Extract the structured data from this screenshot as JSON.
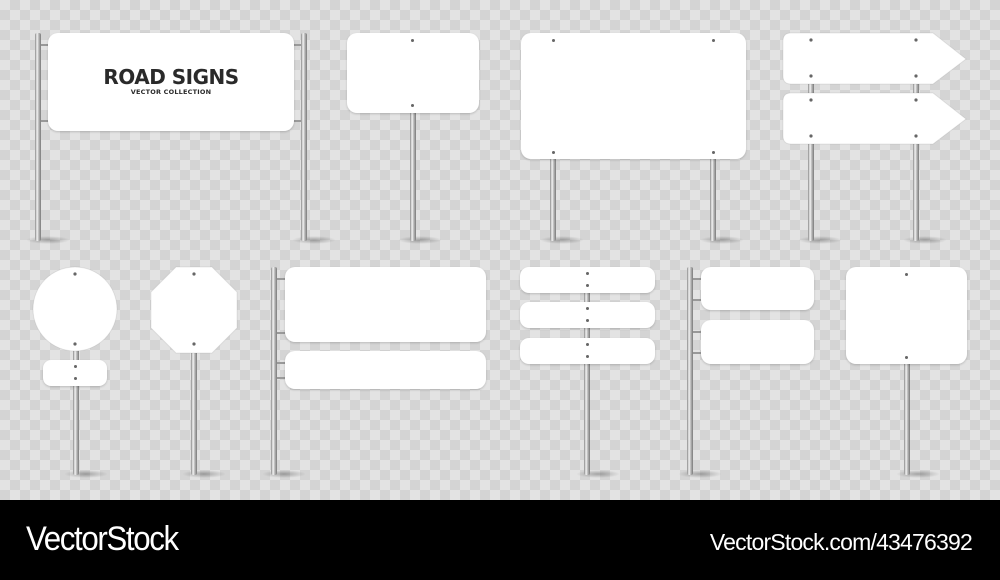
{
  "image": {
    "subject": "Blank white road sign mockups on metal poles",
    "background": "transparency checkerboard",
    "colors": {
      "checker_light": "#e3e3e3",
      "checker_dark": "#d4d4d4",
      "board": "#ffffff",
      "footer": "#000000",
      "footer_text": "#ffffff"
    }
  },
  "banner_sign": {
    "title": "ROAD SIGNS",
    "subtitle": "VECTOR COLLECTION"
  },
  "signs": [
    {
      "id": "banner-two-poles",
      "shape": "wide rectangle"
    },
    {
      "id": "small-rect-single-pole",
      "shape": "rectangle"
    },
    {
      "id": "large-rect-two-poles",
      "shape": "rectangle"
    },
    {
      "id": "double-arrow-two-poles",
      "shape": "arrow (x2)"
    },
    {
      "id": "round-with-plate",
      "shape": "circle + plate"
    },
    {
      "id": "octagon",
      "shape": "octagon"
    },
    {
      "id": "side-mounted-two-panels",
      "shape": "rectangle (x2)"
    },
    {
      "id": "three-stacked-plates",
      "shape": "rounded plate (x3)"
    },
    {
      "id": "side-mounted-two-small",
      "shape": "rectangle (x2)"
    },
    {
      "id": "square-single-pole",
      "shape": "square"
    }
  ],
  "footer": {
    "brand": "VectorStock",
    "url": "VectorStock.com/43476392"
  }
}
